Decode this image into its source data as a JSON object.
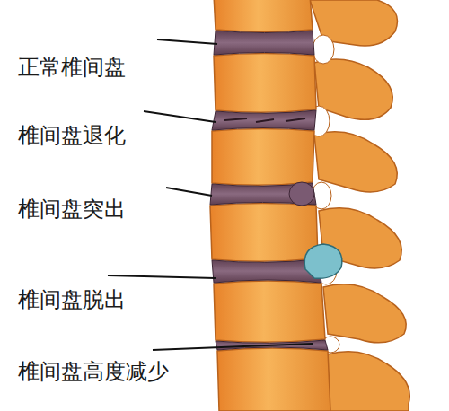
{
  "diagram": {
    "labels": [
      "正常椎间盘",
      "椎间盘退化",
      "椎间盘突出",
      "椎间盘脱出",
      "椎间盘高度减少"
    ]
  }
}
